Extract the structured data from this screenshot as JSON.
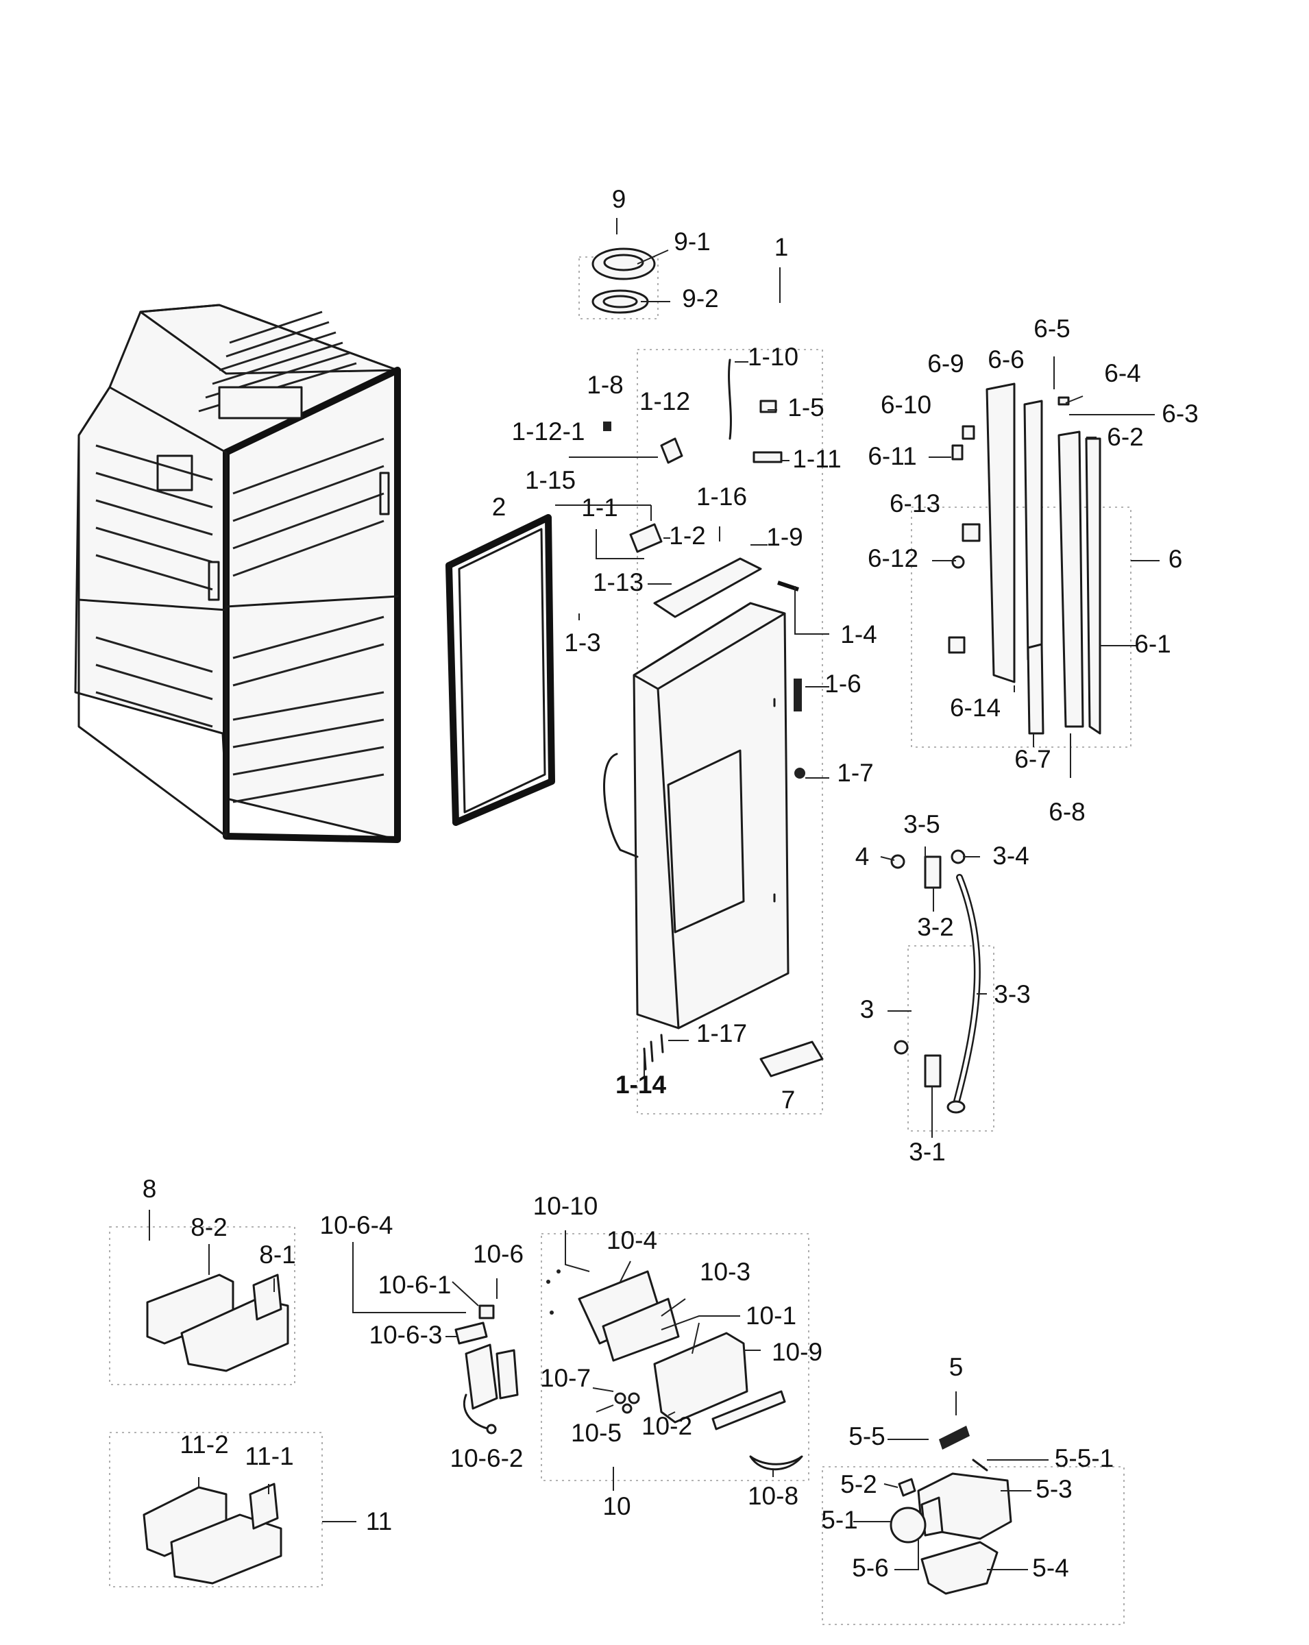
{
  "diagram": {
    "labels": {
      "9": "9",
      "9-1": "9-1",
      "9-2": "9-2",
      "1": "1",
      "1-10": "1-10",
      "1-5": "1-5",
      "1-11": "1-11",
      "1-8": "1-8",
      "1-12": "1-12",
      "1-12-1": "1-12-1",
      "1-15": "1-15",
      "1-16": "1-16",
      "1-1": "1-1",
      "1-2": "1-2",
      "1-9": "1-9",
      "1-13": "1-13",
      "1-3": "1-3",
      "1-4": "1-4",
      "1-6": "1-6",
      "1-7": "1-7",
      "1-17": "1-17",
      "1-14": "1-14",
      "2": "2",
      "7": "7",
      "6-5": "6-5",
      "6-9": "6-9",
      "6-6": "6-6",
      "6-4": "6-4",
      "6-3": "6-3",
      "6-10": "6-10",
      "6-2": "6-2",
      "6-11": "6-11",
      "6-13": "6-13",
      "6-12": "6-12",
      "6": "6",
      "6-1": "6-1",
      "6-14": "6-14",
      "6-7": "6-7",
      "6-8": "6-8",
      "3-5": "3-5",
      "4": "4",
      "3-4": "3-4",
      "3-2": "3-2",
      "3-3": "3-3",
      "3": "3",
      "3-1": "3-1",
      "8": "8",
      "8-2": "8-2",
      "8-1": "8-1",
      "11-2": "11-2",
      "11-1": "11-1",
      "11": "11",
      "10-6-4": "10-6-4",
      "10-6": "10-6",
      "10-6-1": "10-6-1",
      "10-6-3": "10-6-3",
      "10-6-2": "10-6-2",
      "10-10": "10-10",
      "10-4": "10-4",
      "10-3": "10-3",
      "10-1": "10-1",
      "10-9": "10-9",
      "10-7": "10-7",
      "10-5": "10-5",
      "10-2": "10-2",
      "10-8": "10-8",
      "10": "10",
      "5": "5",
      "5-5": "5-5",
      "5-5-1": "5-5-1",
      "5-2": "5-2",
      "5-3": "5-3",
      "5-1": "5-1",
      "5-6": "5-6",
      "5-4": "5-4"
    }
  }
}
